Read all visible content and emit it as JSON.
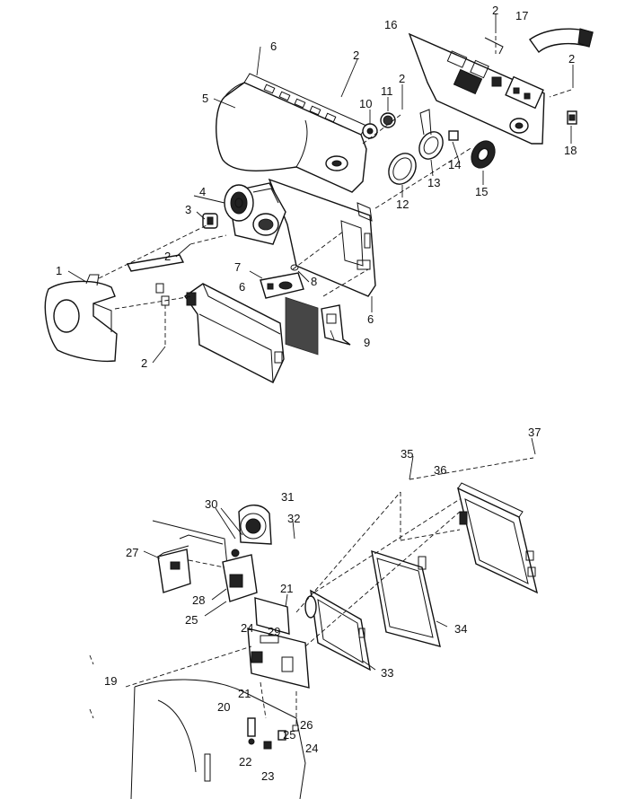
{
  "upper_assembly": {
    "callouts": [
      {
        "id": "c1",
        "text": "1"
      },
      {
        "id": "c2a",
        "text": "2"
      },
      {
        "id": "c2b",
        "text": "2"
      },
      {
        "id": "c2c",
        "text": "2"
      },
      {
        "id": "c2d",
        "text": "2"
      },
      {
        "id": "c2e",
        "text": "2"
      },
      {
        "id": "c2f",
        "text": "2"
      },
      {
        "id": "c3",
        "text": "3"
      },
      {
        "id": "c4",
        "text": "4"
      },
      {
        "id": "c5",
        "text": "5"
      },
      {
        "id": "c6a",
        "text": "6"
      },
      {
        "id": "c6b",
        "text": "6"
      },
      {
        "id": "c6c",
        "text": "6"
      },
      {
        "id": "c7",
        "text": "7"
      },
      {
        "id": "c8",
        "text": "8"
      },
      {
        "id": "c9",
        "text": "9"
      },
      {
        "id": "c10",
        "text": "10"
      },
      {
        "id": "c11",
        "text": "11"
      },
      {
        "id": "c12",
        "text": "12"
      },
      {
        "id": "c13",
        "text": "13"
      },
      {
        "id": "c14",
        "text": "14"
      },
      {
        "id": "c15",
        "text": "15"
      },
      {
        "id": "c16",
        "text": "16"
      },
      {
        "id": "c17",
        "text": "17"
      },
      {
        "id": "c18",
        "text": "18"
      }
    ]
  },
  "lower_assembly": {
    "callouts": [
      {
        "id": "c19",
        "text": "19"
      },
      {
        "id": "c20",
        "text": "20"
      },
      {
        "id": "c21a",
        "text": "21"
      },
      {
        "id": "c21b",
        "text": "21"
      },
      {
        "id": "c22",
        "text": "22"
      },
      {
        "id": "c23",
        "text": "23"
      },
      {
        "id": "c24a",
        "text": "24"
      },
      {
        "id": "c24b",
        "text": "24"
      },
      {
        "id": "c25a",
        "text": "25"
      },
      {
        "id": "c25b",
        "text": "25"
      },
      {
        "id": "c26",
        "text": "26"
      },
      {
        "id": "c27",
        "text": "27"
      },
      {
        "id": "c28",
        "text": "28"
      },
      {
        "id": "c29",
        "text": "29"
      },
      {
        "id": "c30",
        "text": "30"
      },
      {
        "id": "c31",
        "text": "31"
      },
      {
        "id": "c32",
        "text": "32"
      },
      {
        "id": "c33",
        "text": "33"
      },
      {
        "id": "c34",
        "text": "34"
      },
      {
        "id": "c35",
        "text": "35"
      },
      {
        "id": "c36",
        "text": "36"
      },
      {
        "id": "c37",
        "text": "37"
      }
    ]
  }
}
